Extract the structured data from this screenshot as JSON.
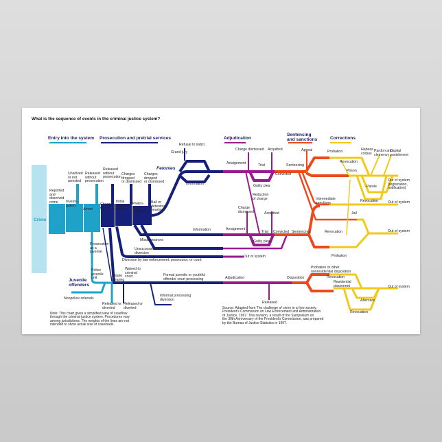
{
  "title": "What is the sequence of events in the criminal justice system?",
  "colors": {
    "crime": "#b7e3f0",
    "entry": "#1fa2c8",
    "prosecution": "#16207a",
    "adjudication": "#9a1b8e",
    "sentencing": "#ea4a1c",
    "corrections": "#f2c91a"
  },
  "sections": [
    "Entry into the system",
    "Prosecution and pretrial services",
    "Adjudication",
    "Sentencing\nand sanctions",
    "Corrections"
  ],
  "crime": "Crime",
  "labels": [
    "Reported\nand\nobserved\ncrime",
    "Investi-\ngation",
    "Unsolved\nor not\narrested",
    "Released\nwithout\nprosecution",
    "Arrest",
    "Released\nwithout\nprosecution",
    "Charges\nfiled",
    "Initial\nappear-\nance",
    "Charges\ndropped\nor dismissed",
    "Prelim-\ninary\nhearing",
    "Charges\ndropped\nor dismissed",
    "Bail or\ndetention\nhearing",
    "Felonies",
    "Refusal to indict",
    "Grand jury",
    "Information",
    "Misdemeanors",
    "Information",
    "Unsuccessful\ndiversion",
    "Diversion by law enforcement, prosecutor, or court",
    "Prosecution\nas a\njuvenile",
    "Police\njuvenile\nunit",
    "Intake\nhearing",
    "Waived to\ncriminal\ncourt",
    "Juvenile\noffenders",
    "Formal juvenile or youthful\noffender court processing",
    "Nonpolice referrals",
    "Released or\ndiverted",
    "Released or\ndiverted",
    "Informal processing\ndiversion",
    "Arraignment",
    "Trial",
    "Charge dismissed",
    "Acquitted",
    "Sentencing",
    "Convicted",
    "Guilty plea",
    "Reduction\nof charge",
    "Charge\ndismissed",
    "Acquitted",
    "Arraignment",
    "Trial",
    "Convicted",
    "Sentencing",
    "Guilty plea",
    "Out of system",
    "Adjudication",
    "Released",
    "Disposition",
    "Appeal",
    "Probation",
    "Revocation",
    "Prison",
    "Habeas\ncorpus",
    "Pardon and\nclemency",
    "Capital\npunishment",
    "Out of system\n(registration,\nnotification)",
    "Parole",
    "Revocation",
    "Out of system",
    "Intermediate\nsanctions",
    "Jail",
    "Revocation",
    "Out of system",
    "Probation",
    "Probation or other\nnonresidential disposition",
    "Revocation",
    "Residential\nplacement",
    "Out of system",
    "Aftercare",
    "Revocation"
  ],
  "note": "Note: This chart gives a simplified view of caseflow\nthrough the criminal justice system. Procedures vary\namong jurisdictions. The weights of the lines are not\nintended to show actual size of caseloads.",
  "source": "Source: Adapted from The challenge of crime in a free society.\nPresident's Commission on Law Enforcement and Administration\nof Justice, 1967. This revision, a result of the Symposium on\nthe 30th Anniversary of the President's Commission, was prepared\nby the Bureau of Justice Statistics in 1997."
}
